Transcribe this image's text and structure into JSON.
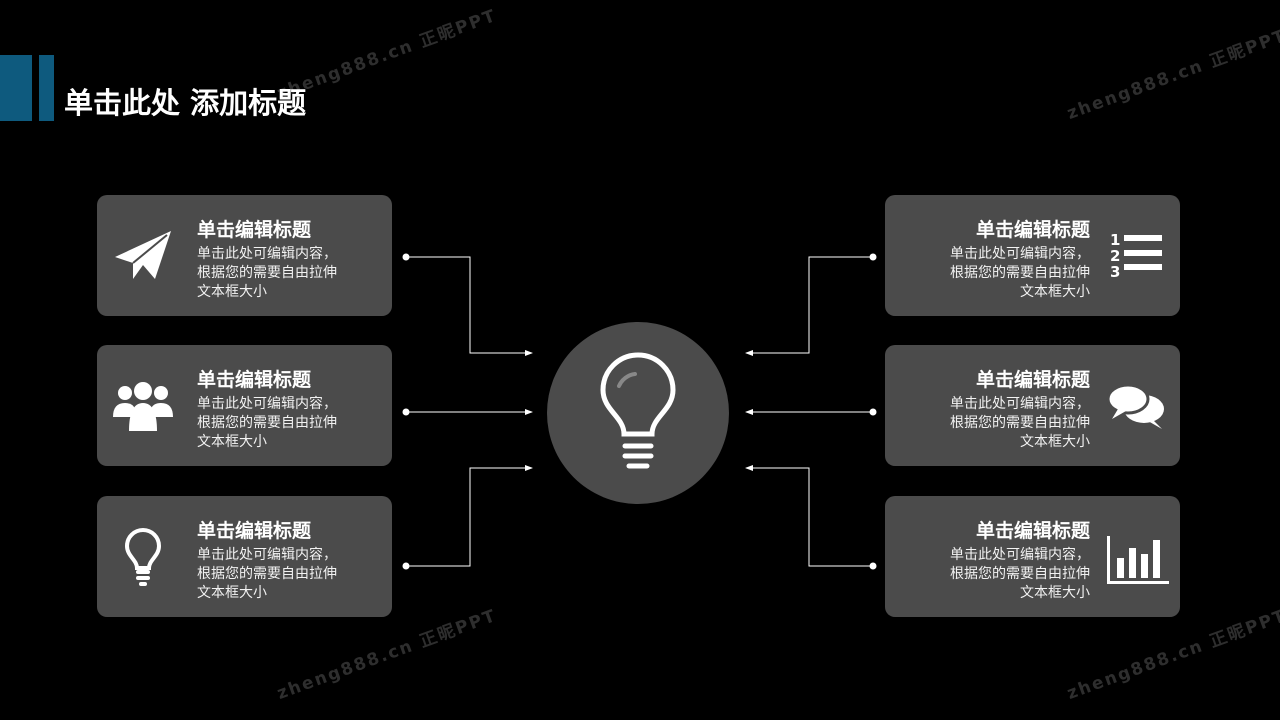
{
  "title": "单击此处 添加标题",
  "watermark": "zheng888.cn 正昵PPT",
  "accent": "#0e5a7e",
  "cards": [
    {
      "heading": "单击编辑标题",
      "body": [
        "单击此处可编辑内容，",
        "根据您的需要自由拉伸",
        "文本框大小"
      ],
      "icon": "paper-plane-icon"
    },
    {
      "heading": "单击编辑标题",
      "body": [
        "单击此处可编辑内容，",
        "根据您的需要自由拉伸",
        "文本框大小"
      ],
      "icon": "team-icon"
    },
    {
      "heading": "单击编辑标题",
      "body": [
        "单击此处可编辑内容，",
        "根据您的需要自由拉伸",
        "文本框大小"
      ],
      "icon": "light-bulb-icon"
    },
    {
      "heading": "单击编辑标题",
      "body": [
        "单击此处可编辑内容，",
        "根据您的需要自由拉伸",
        "文本框大小"
      ],
      "icon": "numbered-list-icon"
    },
    {
      "heading": "单击编辑标题",
      "body": [
        "单击此处可编辑内容，",
        "根据您的需要自由拉伸",
        "文本框大小"
      ],
      "icon": "chat-bubbles-icon"
    },
    {
      "heading": "单击编辑标题",
      "body": [
        "单击此处可编辑内容，",
        "根据您的需要自由拉伸",
        "文本框大小"
      ],
      "icon": "bar-chart-icon"
    }
  ]
}
